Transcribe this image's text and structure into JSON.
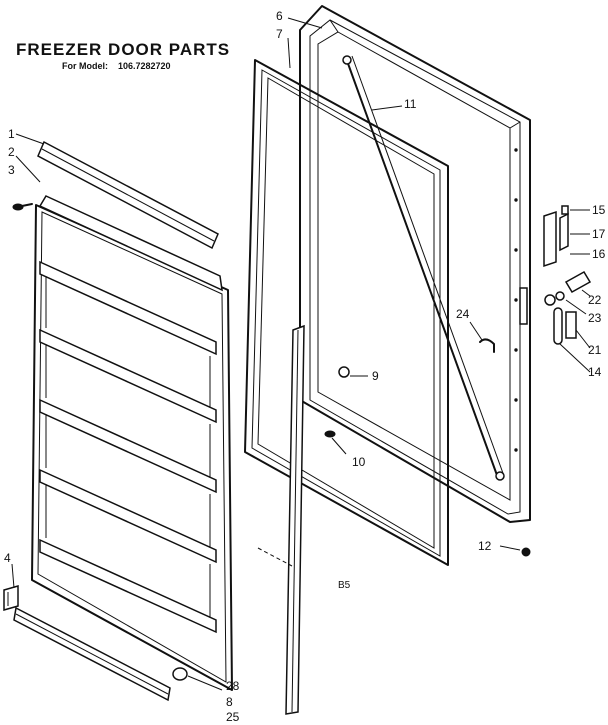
{
  "title": "FREEZER DOOR PARTS",
  "model_label": "For Model:",
  "model_number": "106.7282720",
  "callouts": {
    "c1": "1",
    "c2": "2",
    "c3": "3",
    "c4": "4",
    "c6": "6",
    "c7": "7",
    "c8": "8",
    "c9": "9",
    "c10": "10",
    "c11": "11",
    "c12": "12",
    "c14": "14",
    "c15": "15",
    "c16": "16",
    "c17": "17",
    "c21": "21",
    "c22": "22",
    "c23": "23",
    "c24": "24",
    "c25": "25",
    "c28": "28"
  },
  "mark": "B5"
}
